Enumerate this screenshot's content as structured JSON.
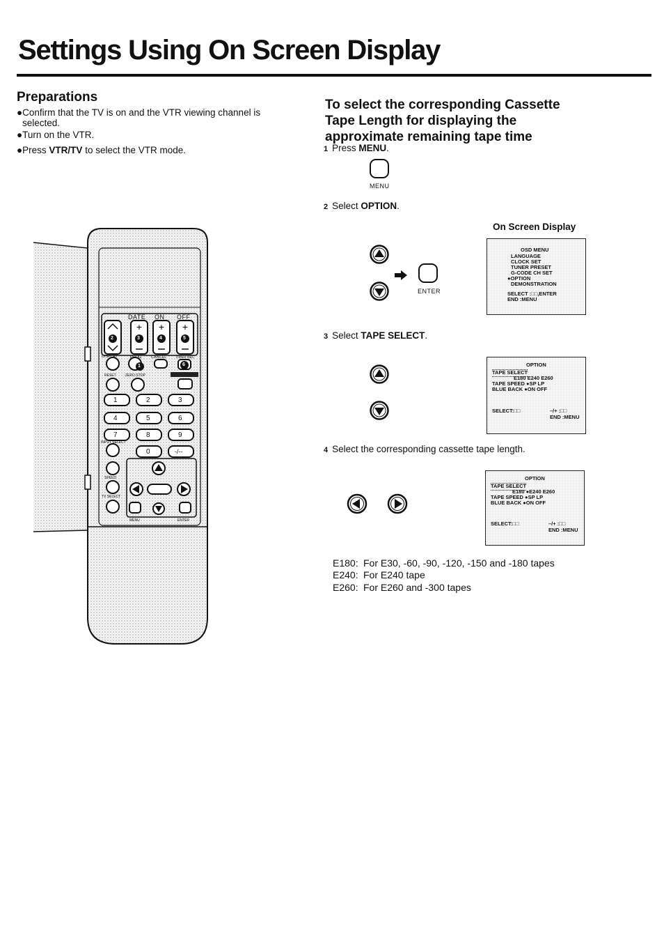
{
  "title": "Settings Using On Screen Display",
  "preparations": {
    "heading": "Preparations",
    "lines": [
      "●Confirm that the TV is on and the VTR viewing channel is",
      "selected.",
      "●Turn on the VTR."
    ],
    "line4_prefix": "●Press ",
    "line4_key": "VTR/TV",
    "line4_suffix": " to select the VTR mode."
  },
  "section": {
    "heading_lines": [
      "To select the corresponding Cassette",
      "Tape Length for displaying the",
      "approximate remaining tape time"
    ]
  },
  "steps": {
    "s1": {
      "num": "1",
      "text": "Press ",
      "key": "MENU",
      "end": ".",
      "button_label": "MENU"
    },
    "s2": {
      "num": "2",
      "text": "Select ",
      "key": "OPTION",
      "end": ".",
      "enter_label": "ENTER",
      "osd_caption": "On Screen Display"
    },
    "s3": {
      "num": "3",
      "text": "Select ",
      "key": "TAPE SELECT",
      "end": "."
    },
    "s4": {
      "num": "4",
      "text": "Select the corresponding cassette tape length."
    }
  },
  "osd1": {
    "title": "OSD MENU",
    "items": [
      "LANGUAGE",
      "CLOCK SET",
      "TUNER PRESET",
      "G-CODE CH SET",
      "●OPTION",
      "DEMONSTRATION"
    ],
    "footer1": "SELECT  :□□,ENTER",
    "footer2": "END       :MENU"
  },
  "osd2": {
    "title": "OPTION",
    "row1_label": "TAPE SELECT",
    "row1_values": "E180  E240  E260",
    "row2": "TAPE SPEED   ●SP   LP",
    "row3": "BLUE BACK    ●ON   OFF",
    "footer_select": "SELECT:□□",
    "footer_plus": "–/+ :□□",
    "footer_end": "END :MENU"
  },
  "osd3": {
    "title": "OPTION",
    "row1_label": "TAPE SELECT",
    "row1_values": "E180  ●E240  E260",
    "row2": "TAPE SPEED   ●SP   LP",
    "row3": "BLUE BACK    ●ON   OFF",
    "footer_select": "SELECT:□□",
    "footer_plus": "–/+ :□□",
    "footer_end": "END :MENU"
  },
  "tapes": [
    {
      "key": "E180:",
      "desc": "For E30, -60, -90, -120, -150 and -180 tapes"
    },
    {
      "key": "E240:",
      "desc": "For E240 tape"
    },
    {
      "key": "E260:",
      "desc": "For E260 and -300 tapes"
    }
  ],
  "remote": {
    "date_label": "DATE",
    "on_label": "ON",
    "off_label": "OFF",
    "display_label": "DISPLAY",
    "prog_label": "PROG",
    "cancel_label": "CANCEL",
    "timer_rec_label": "TIMER REC",
    "reset_label": "RESET",
    "zero_stop_label": "ZERO STOP",
    "input_select_label": "INPUT SELECT",
    "speed_label": "SPEED",
    "tv_select_label": "TV SELECT",
    "menu_label": "MENU",
    "enter_label": "ENTER",
    "keys": [
      "1",
      "2",
      "3",
      "4",
      "5",
      "6",
      "7",
      "8",
      "9",
      "0",
      "-/--"
    ],
    "badges": [
      "2",
      "3",
      "4",
      "5",
      "1",
      "6"
    ]
  }
}
